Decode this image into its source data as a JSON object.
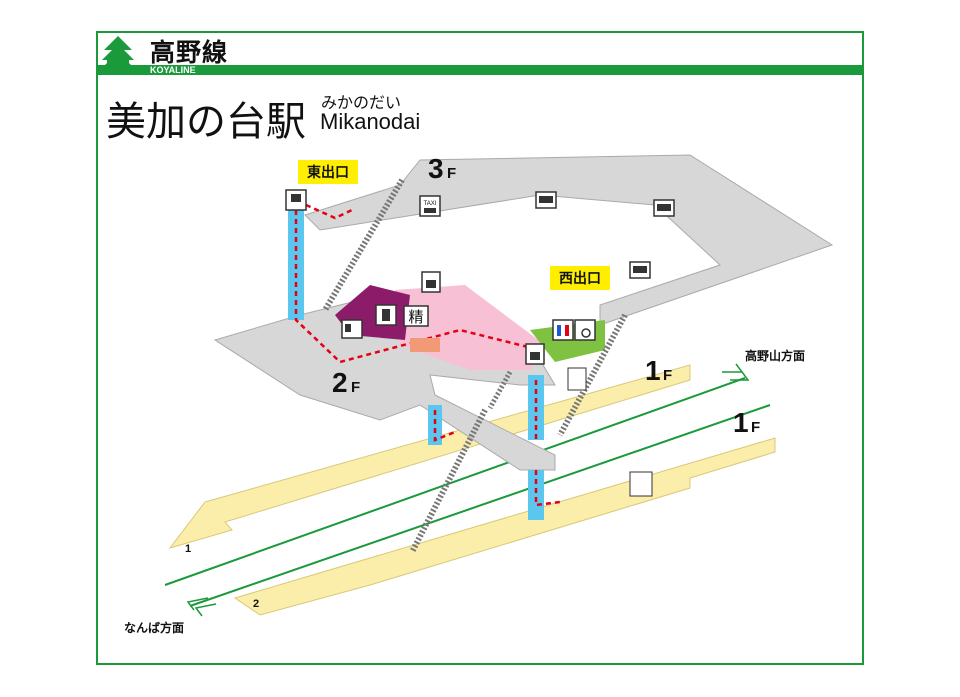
{
  "header": {
    "line_name": "高野線",
    "line_name_en": "KOYALINE",
    "logo_icon": "nankai-tree-icon",
    "accent_color": "#1a9a3a"
  },
  "station": {
    "name_jp": "美加の台駅",
    "name_kana": "みかのだい",
    "name_romaji": "Mikanodai"
  },
  "exits": {
    "east": "東出口",
    "west": "西出口",
    "label_bg": "#ffee00"
  },
  "floors": {
    "f3": {
      "num": "3",
      "unit": "F"
    },
    "f2": {
      "num": "2",
      "unit": "F"
    },
    "f1a": {
      "num": "1",
      "unit": "F"
    },
    "f1b": {
      "num": "1",
      "unit": "F"
    }
  },
  "directions": {
    "koyasan": "高野山方面",
    "namba": "なんば方面"
  },
  "tracks": {
    "t1": "1",
    "t2": "2"
  },
  "facilities": {
    "fare_adjust": "精",
    "taxi": "TAXI",
    "icons": [
      "elevator-icon",
      "taxi-icon",
      "bus-icon",
      "toilet-icon",
      "wheelchair-icon",
      "ticket-machine-icon",
      "ticket-office-icon",
      "fare-adjustment-icon",
      "ticket-gate-icon",
      "escalator-icon"
    ]
  },
  "colors": {
    "concourse_gray": "#d7d7d7",
    "platform_yellow": "#fbeeaa",
    "paid_area_pink": "#f7c0d4",
    "office_purple": "#8c1c6a",
    "toilet_green": "#7fc241",
    "elevator_blue": "#5bc7ee",
    "route_red": "#e60012",
    "track_green": "#1a9a3a"
  }
}
